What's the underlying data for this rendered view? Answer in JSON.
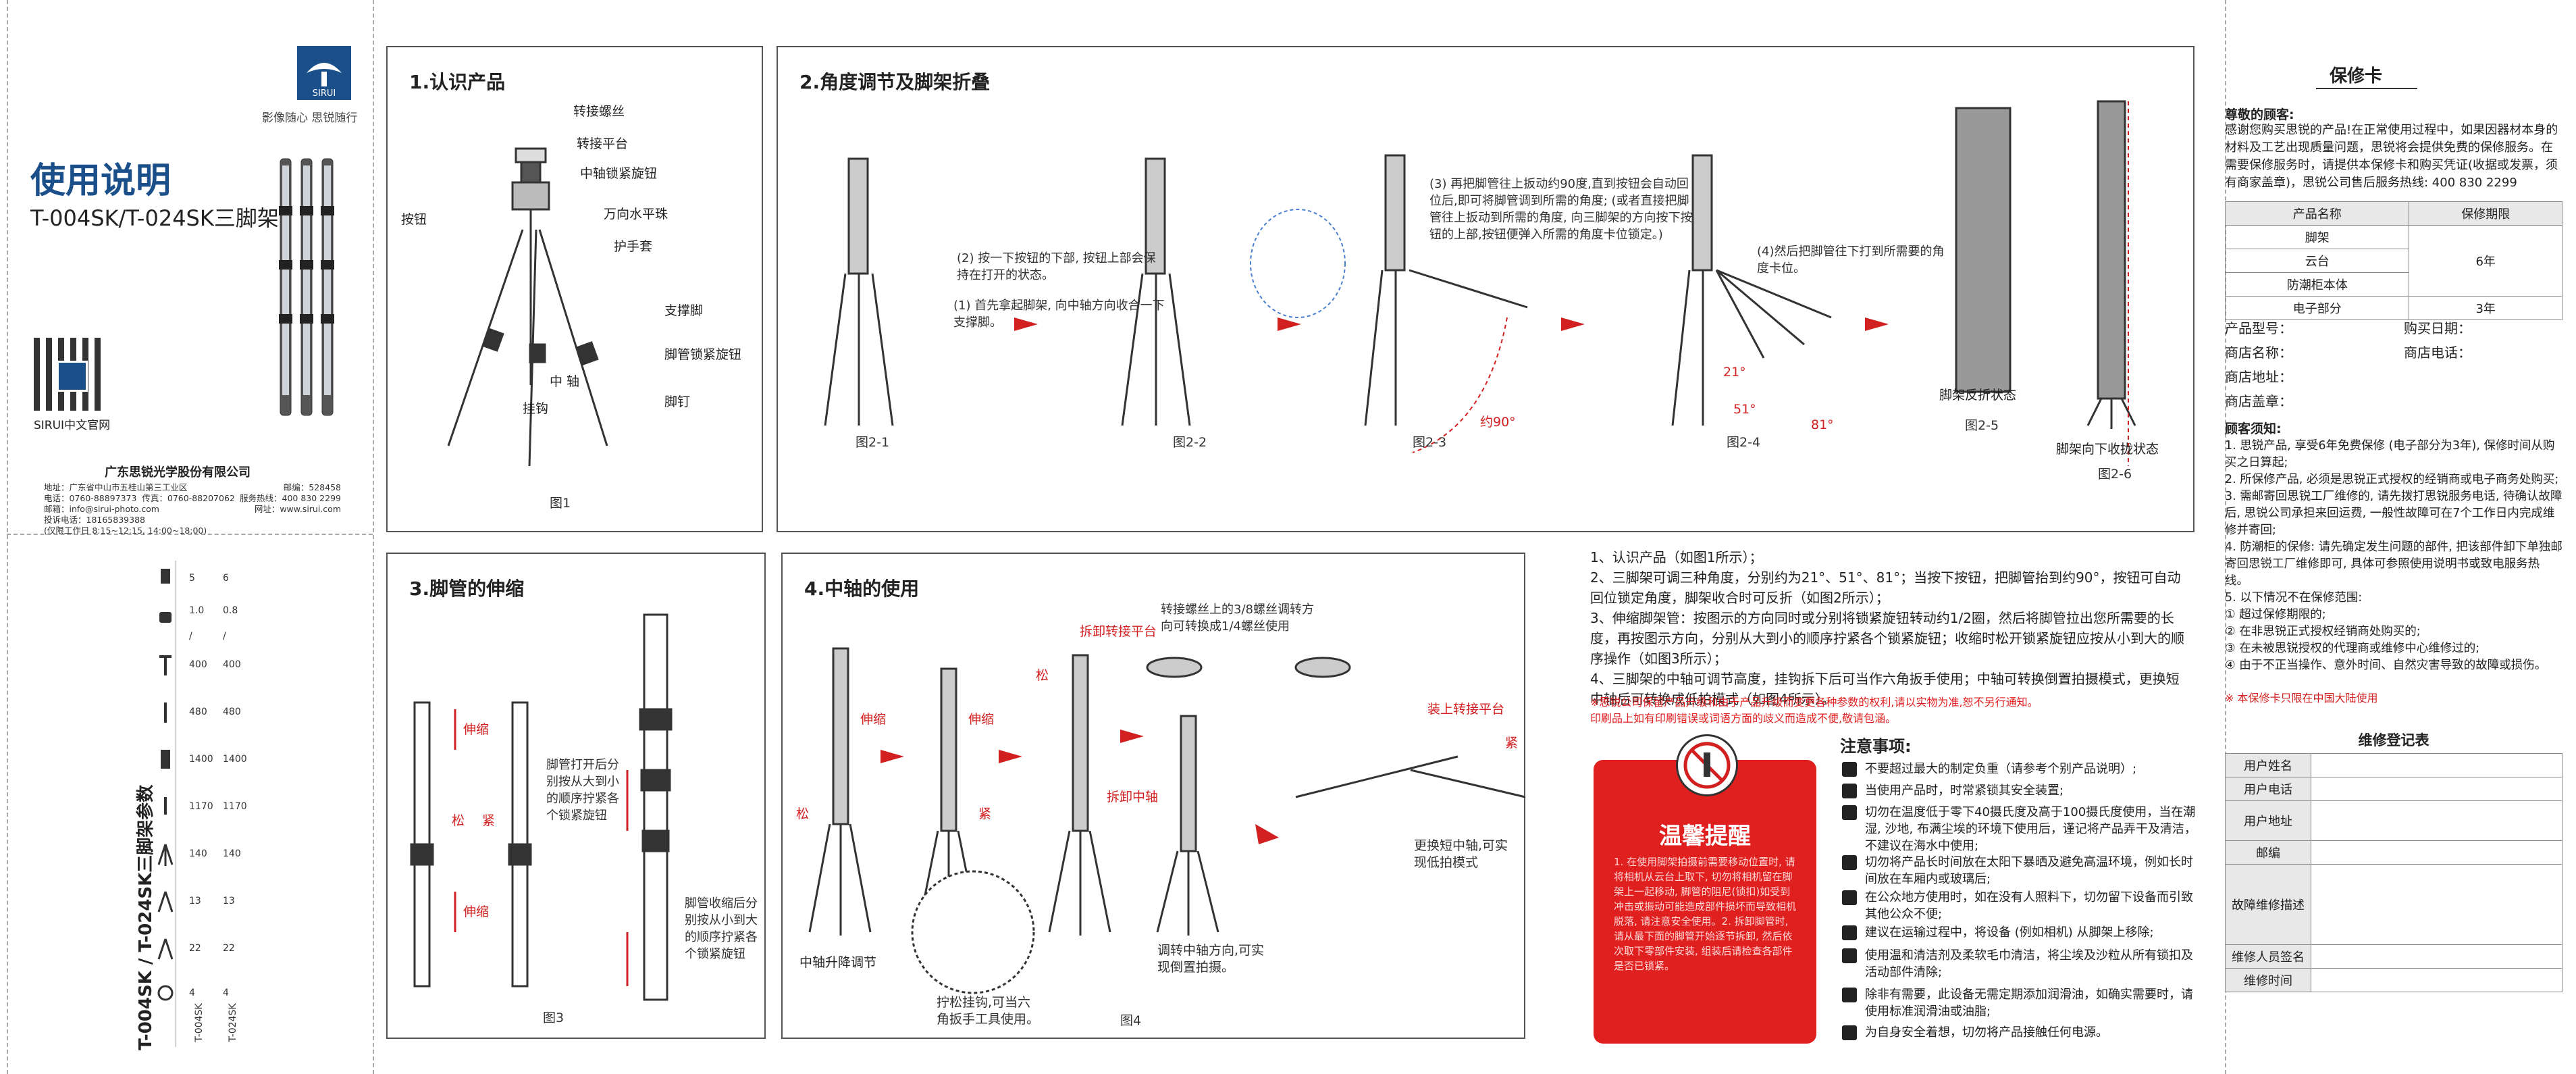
{
  "brand": {
    "name": "SIRUI",
    "slogan": "影像随心 思锐随行",
    "company": "广东思锐光学股份有限公司",
    "address": "地址：广东省中山市五桂山第三工业区",
    "postcode": "邮编：528458",
    "phone": "电话：0760-88897373",
    "fax": "传真：0760-88207062",
    "service": "服务热线：400 830 2299",
    "email": "邮箱：info@sirui-photo.com",
    "website": "网址：www.sirui.com",
    "complaint": "投诉电话：18165839388",
    "complaint_hours": "(仅限工作日 8:15~12:15, 14:00~18:00)",
    "qr_caption": "SIRUI中文官网"
  },
  "cover": {
    "title": "使用说明",
    "subtitle": "T-004SK/T-024SK三脚架"
  },
  "spec": {
    "title": "T-004SK / T-024SK三脚架参数",
    "rows": [
      {
        "label": "T-004SK",
        "values": [
          "4",
          "22",
          "13",
          "140",
          "1170",
          "1400",
          "480",
          "400",
          "/",
          "1.0",
          "5"
        ]
      },
      {
        "label": "T-024SK",
        "values": [
          "4",
          "22",
          "13",
          "140",
          "1170",
          "1400",
          "480",
          "400",
          "/",
          "0.8",
          "6"
        ]
      }
    ]
  },
  "section1": {
    "title": "1.认识产品",
    "labels": [
      "转接螺丝",
      "转接平台",
      "中轴锁紧旋钮",
      "按钮",
      "万向水平珠",
      "护手套",
      "支撑脚",
      "中 轴",
      "脚管锁紧旋钮",
      "挂钩",
      "脚钉"
    ],
    "figure": "图1"
  },
  "section2": {
    "title": "2.角度调节及脚架折叠",
    "note1": "(1) 首先拿起脚架, 向中轴方向收合一下支撑脚。",
    "note2": "(2) 按一下按钮的下部, 按钮上部会保持在打开的状态。",
    "note3": "(3) 再把脚管往上扳动约90度,直到按钮会自动回位后,即可将脚管调到所需的角度; (或者直接把脚管往上扳动到所需的角度, 向三脚架的方向按下按钮的上部,按钮便弹入所需的角度卡位锁定。)",
    "note4": "(4)然后把脚管往下打到所需要的角度卡位。",
    "angle90": "约90°",
    "a21": "21°",
    "a51": "51°",
    "a81": "81°",
    "figs": [
      "图2-1",
      "图2-2",
      "图2-3",
      "图2-4",
      "图2-5",
      "图2-6"
    ],
    "cap25": "脚架反折状态",
    "cap26": "脚架向下收拢状态"
  },
  "section3": {
    "title": "3.脚管的伸缩",
    "loose": "松",
    "tight": "紧",
    "shrink": "伸缩",
    "note_open": "脚管打开后分别按从大到小的顺序拧紧各个锁紧旋钮",
    "note_close": "脚管收缩后分别按从小到大的顺序拧紧各个锁紧旋钮",
    "figure": "图3"
  },
  "section4": {
    "title": "4.中轴的使用",
    "adapter_note": "转接螺丝上的3/8螺丝调转方向可转换成1/4螺丝使用",
    "remove_platform": "拆卸转接平台",
    "remove_axis": "拆卸中轴",
    "install_platform": "装上转接平台",
    "lift": "中轴升降调节",
    "hook_note": "拧松挂钩,可当六角扳手工具使用。",
    "reverse_note": "调转中轴方向,可实现倒置拍摄。",
    "short_note": "更换短中轴,可实现低拍模式",
    "shrink": "伸缩",
    "loose": "松",
    "tight": "紧",
    "figure": "图4"
  },
  "steps": [
    "1、认识产品（如图1所示）；",
    "2、三脚架可调三种角度，分别约为21°、51°、81°；当按下按钮，把脚管抬到约90°，按钮可自动回位锁定角度，脚架收合时可反折（如图2所示）；",
    "3、伸缩脚架管：按图示的方向同时或分别将锁紧旋钮转动约1/2圈，然后将脚管拉出您所需要的长度，再按图示方向，分别从大到小的顺序拧紧各个锁紧旋钮；收缩时松开锁紧旋钮应按从小到大的顺序操作（如图3所示）；",
    "4、三脚架的中轴可调节高度，挂钩拆下后可当作六角扳手使用；中轴可转换倒置拍摄模式，更换短中轴后可转换成低拍模式（如图4所示）。"
  ],
  "disclaimer": [
    "※思锐公司保留产品升级和由于产品升级而变更各种参数的权利,请以实物为准,恕不另行通知。",
    "印刷品上如有印刷错误或词语方面的歧义而造成不便,敬请包涵。"
  ],
  "warm": {
    "title": "温馨提醒",
    "text": "1. 在使用脚架拍摄前需要移动位置时, 请将相机从云台上取下, 切勿将相机留在脚架上一起移动, 脚管的阻尼(锁扣)如受到冲击或振动可能造成部件损坏而导致相机脱落, 请注意安全使用。2. 拆卸脚管时, 请从最下面的脚管开始逐节拆卸, 然后依次取下零部件安装, 组装后请检查各部件是否已锁紧。"
  },
  "notice": {
    "title": "注意事项:",
    "items": [
      "不要超过最大的制定负重（请参考个别产品说明）;",
      "当使用产品时，时常紧锁其安全装置;",
      "切勿在温度低于零下40摄氏度及高于100摄氏度使用，当在潮湿, 沙地, 布满尘埃的环境下使用后，谨记将产品弄干及清洁，不建议在海水中使用;",
      "切勿将产品长时间放在太阳下暴晒及避免高温环境，例如长时间放在车厢内或玻璃后;",
      "在公众地方使用时，如在没有人照料下，切勿留下设备而引致其他公众不便;",
      "建议在运输过程中，将设备 (例如相机) 从脚架上移除;",
      "使用温和清洁剂及柔软毛巾清洁，将尘埃及沙粒从所有锁扣及活动部件清除;",
      "除非有需要，此设备无需定期添加润滑油，如确实需要时，请使用标准润滑油或油脂;",
      "为自身安全着想，切勿将产品接触任何电源。"
    ]
  },
  "warranty": {
    "title": "保修卡",
    "dear": "尊敬的顾客:",
    "intro": "感谢您购买思锐的产品!在正常使用过程中，如果因器材本身的材料及工艺出现质量问题，思锐将会提供免费的保修服务。在需要保修服务时，请提供本保修卡和购买凭证(收据或发票，须有商家盖章)，思锐公司售后服务热线: 400 830 2299",
    "table_head": [
      "产品名称",
      "保修期限"
    ],
    "products": [
      "脚架",
      "云台",
      "防潮柜本体",
      "电子部分"
    ],
    "period_main": "6年",
    "period_elec": "3年",
    "fields": [
      "产品型号：",
      "购买日期：",
      "商店名称：",
      "商店电话：",
      "商店地址：",
      "商店盖章："
    ],
    "notes_title": "顾客须知:",
    "notes": [
      "1. 思锐产品, 享受6年免费保修 (电子部分为3年), 保修时间从购买之日算起;",
      "2. 所保修产品, 必须是思锐正式授权的经销商或电子商务处购买;",
      "3. 需邮寄回思锐工厂维修的, 请先拨打思锐服务电话, 待确认故障后, 思锐公司承担来回运费, 一般性故障可在7个工作日内完成维修并寄回;",
      "4. 防潮柜的保修: 请先确定发生问题的部件, 把该部件卸下单独邮寄回思锐工厂维修即可, 具体可参照使用说明书或致电服务热线。",
      "5. 以下情况不在保修范围:",
      "① 超过保修期限的;",
      "② 在非思锐正式授权经销商处购买的;",
      "③ 在未被思锐授权的代理商或维修中心维修过的;",
      "④ 由于不正当操作、意外时间、自然灾害导致的故障或损伤。"
    ],
    "red_note": "※ 本保修卡只限在中国大陆使用",
    "repair_title": "维修登记表",
    "repair_fields": [
      "用户姓名",
      "用户电话",
      "用户地址",
      "邮编",
      "故障维修描述",
      "维修人员签名",
      "维修时间"
    ]
  },
  "colors": {
    "accent": "#1a4f8a",
    "red": "#d21f1f",
    "warm_bg": "#e01f1f"
  }
}
